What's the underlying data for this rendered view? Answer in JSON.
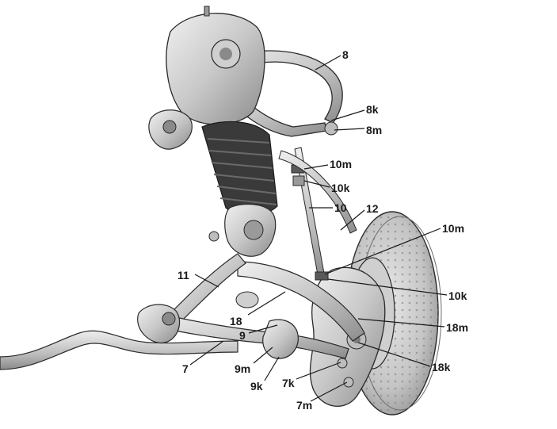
{
  "diagram": {
    "subject": "front air-suspension assembly (exploded illustration)",
    "callouts": {
      "c8": "8",
      "c8k": "8k",
      "c8m": "8m",
      "c10m_upper": "10m",
      "c10k_upper": "10k",
      "c10": "10",
      "c12": "12",
      "c10m_lower": "10m",
      "c11": "11",
      "c10k_lower": "10k",
      "c18": "18",
      "c18m": "18m",
      "c9": "9",
      "c7": "7",
      "c18k": "18k",
      "c9m": "9m",
      "c7k": "7k",
      "c9k": "9k",
      "c7m": "7m"
    },
    "colors": {
      "metal_light": "#d9d9d9",
      "metal_mid": "#b4b4b4",
      "metal_dark": "#7a7a7a",
      "bellows": "#3a3a3a",
      "outline": "#2a2a2a"
    }
  }
}
